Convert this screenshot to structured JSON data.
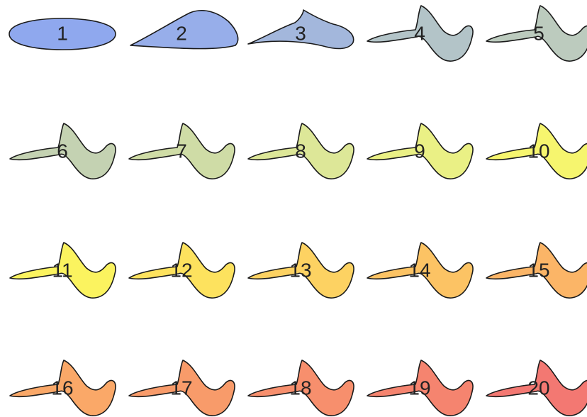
{
  "shapes": [
    {
      "label": "1",
      "color": "#8fa8ee"
    },
    {
      "label": "2",
      "color": "#97aeea"
    },
    {
      "label": "3",
      "color": "#a3b7dc"
    },
    {
      "label": "4",
      "color": "#b3c4c8"
    },
    {
      "label": "5",
      "color": "#bccbbe"
    },
    {
      "label": "6",
      "color": "#c4d2b2"
    },
    {
      "label": "7",
      "color": "#cfdca6"
    },
    {
      "label": "8",
      "color": "#dde798"
    },
    {
      "label": "9",
      "color": "#eaf085"
    },
    {
      "label": "10",
      "color": "#f6f56e"
    },
    {
      "label": "11",
      "color": "#fbf35f"
    },
    {
      "label": "12",
      "color": "#fde25e"
    },
    {
      "label": "13",
      "color": "#fdd262"
    },
    {
      "label": "14",
      "color": "#fcc364"
    },
    {
      "label": "15",
      "color": "#fbb567"
    },
    {
      "label": "16",
      "color": "#faa868"
    },
    {
      "label": "17",
      "color": "#f89b6a"
    },
    {
      "label": "18",
      "color": "#f78f6d"
    },
    {
      "label": "19",
      "color": "#f5846f"
    },
    {
      "label": "20",
      "color": "#f37872"
    }
  ]
}
